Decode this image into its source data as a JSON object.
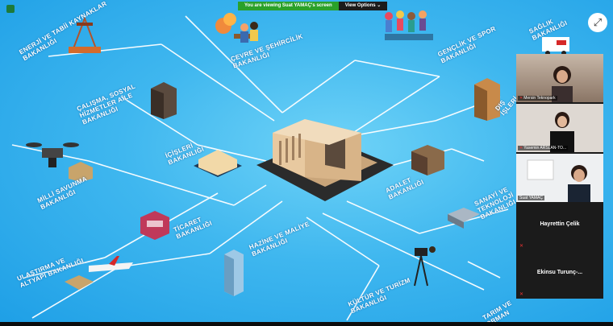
{
  "share_bar": {
    "message": "You are viewing Suat YAMAÇ's screen",
    "view_options": "View Options ⌄"
  },
  "fullscreen_icon": "⤢",
  "ministries": [
    "ENERJİ VE TABİİ KAYNAKLAR BAKANLIĞI",
    "ÇEVRE VE ŞEHİRCİLİK BAKANLIĞI",
    "GENÇLİK VE SPOR BAKANLIĞI",
    "SAĞLIK BAKANLIĞI",
    "ÇALIŞMA, SOSYAL HİZMETLER AİLE BAKANLIĞI",
    "İÇİŞLERİ BAKANLIĞI",
    "DIŞ İŞLERİ",
    "MİLLİ SAVUNMA BAKANLIĞI",
    "ADALET BAKANLIĞI",
    "SANAYİ VE TEKNOLOJİ BAKANLIĞI",
    "TİCARET BAKANLIĞI",
    "ULAŞTIRMA VE ALTYAPI BAKANLIĞI",
    "HAZİNE VE MALİYE BAKANLIĞI",
    "KÜLTÜR VE TURİZM BAKANLIĞI",
    "TARIM VE ORMAN"
  ],
  "participants": [
    {
      "name": "Mersin Teknopark",
      "video": true
    },
    {
      "name": "Yasemin ARSLAN-TO...",
      "video": true
    },
    {
      "name": "Suat YAMAÇ",
      "video": true
    },
    {
      "name": "Hayrettin Çelik",
      "video": false
    },
    {
      "name": "Ekinsu  Turunç-...",
      "video": false
    }
  ],
  "colors": {
    "background": "#3fb7ef",
    "lines": "#ffffff",
    "share_bar": "#2aa12a",
    "panel": "#1b1b1b"
  }
}
